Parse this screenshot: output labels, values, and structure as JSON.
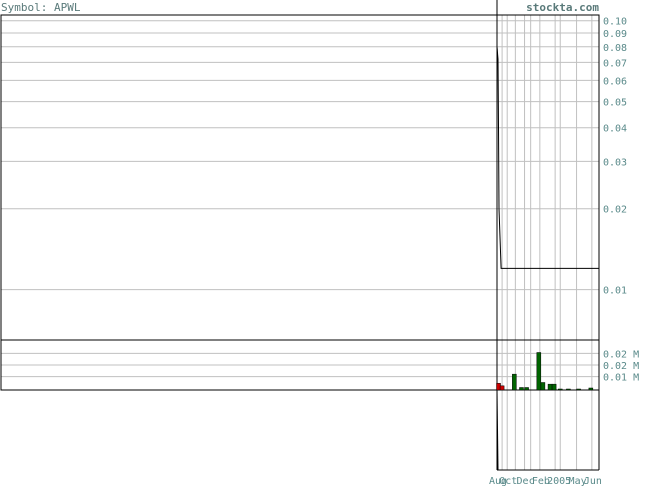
{
  "header": {
    "symbol_text": "Symbol: APWL",
    "site_text": "stockta.com"
  },
  "colors": {
    "frame": "#000000",
    "grid": "#c0c0c0",
    "label": "#5a8a8a",
    "price_line": "#000000",
    "volume_up": "#006400",
    "volume_down": "#cc0000"
  },
  "chart_data": [
    {
      "type": "line",
      "panel": "price",
      "scale": "log",
      "ylim": [
        0.0065,
        0.105
      ],
      "ytick_labels": [
        "0.10",
        "0.09",
        "0.08",
        "0.07",
        "0.06",
        "0.05",
        "0.04",
        "0.03",
        "0.02",
        "0.01"
      ],
      "ytick_values": [
        0.1,
        0.09,
        0.08,
        0.07,
        0.06,
        0.05,
        0.04,
        0.03,
        0.02,
        0.01
      ],
      "series": [
        {
          "x": [
            0,
            0.3,
            0.6,
            1.0,
            1.5,
            2.0,
            4,
            8,
            12,
            16,
            20,
            30,
            40,
            50,
            60,
            70,
            80,
            90,
            100
          ],
          "values": [
            0.08,
            0.078,
            0.075,
            0.072,
            0.04,
            0.02,
            0.012,
            0.012,
            0.012,
            0.012,
            0.012,
            0.012,
            0.012,
            0.012,
            0.012,
            0.012,
            0.012,
            0.012,
            0.012
          ]
        }
      ],
      "xlim": [
        0,
        100
      ]
    },
    {
      "type": "bar",
      "panel": "volume",
      "ylim": [
        0,
        0.03
      ],
      "ytick_labels": [
        "0.02 M",
        "0.02 M",
        "0.01 M"
      ],
      "ytick_values": [
        0.022,
        0.015,
        0.008
      ],
      "x": [
        1.5,
        5,
        17,
        24,
        29,
        41,
        45,
        52,
        56,
        62,
        70,
        80,
        92
      ],
      "values": [
        0.004,
        0.0025,
        0.0095,
        0.0015,
        0.0015,
        0.0225,
        0.0045,
        0.0035,
        0.0035,
        0.0002,
        0.0002,
        0.0002,
        0.0012
      ],
      "direction": [
        "down",
        "down",
        "up",
        "up",
        "up",
        "up",
        "up",
        "up",
        "up",
        "up",
        "up",
        "up",
        "up"
      ],
      "xlim": [
        0,
        100
      ]
    },
    {
      "type": "line",
      "panel": "indicator",
      "series": [
        {
          "x": [
            0,
            0.5,
            1.0
          ],
          "values": [
            1.0,
            0.5,
            0.0
          ]
        }
      ],
      "xlim": [
        0,
        100
      ]
    }
  ],
  "x_axis": {
    "tick_labels": [
      "Aug",
      "Oct",
      "Dec",
      "Feb",
      "2005",
      "May",
      "Jun"
    ],
    "tick_positions": [
      0,
      10,
      27,
      42,
      57,
      78,
      93
    ]
  },
  "vertical_gridlines": [
    5,
    10,
    18,
    27,
    33,
    42,
    57,
    62,
    78,
    93
  ]
}
